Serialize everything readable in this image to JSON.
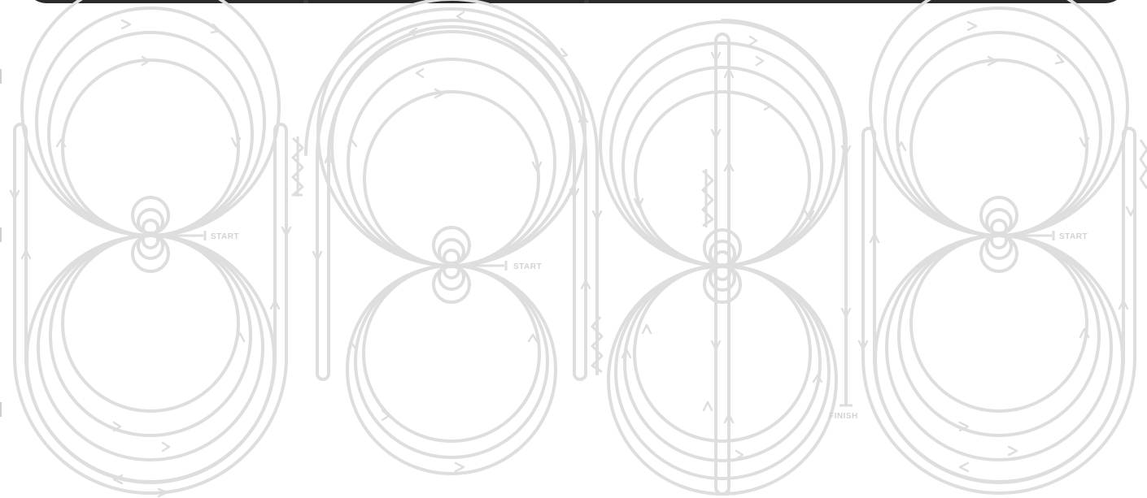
{
  "labels": {
    "start_1": "START",
    "start_2": "START",
    "finish_3": "FINISH",
    "start_4": "START"
  },
  "colors": {
    "line": "#dedede",
    "topbar": "#2b2b2b",
    "background": "#ffffff"
  }
}
